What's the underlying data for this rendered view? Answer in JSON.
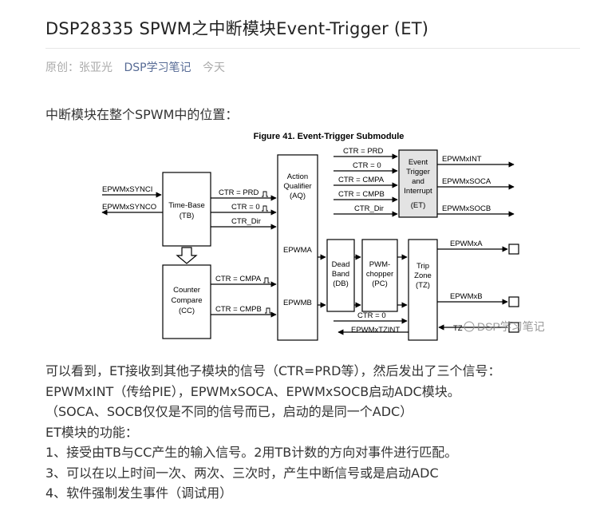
{
  "article": {
    "title": "DSP28335 SPWM之中断模块Event-Trigger (ET)",
    "meta": {
      "original": "原创：张亚光",
      "account": "DSP学习笔记",
      "date": "今天"
    },
    "intro": "中断模块在整个SPWM中的位置：",
    "lines": [
      "可以看到，ET接收到其他子模块的信号（CTR=PRD等），然后发出了三个信号：",
      "EPWMxINT（传给PIE），EPWMxSOCA、EPWMxSOCB启动ADC模块。",
      "（SOCA、SOCB仅仅是不同的信号而已，启动的是同一个ADC）",
      "ET模块的功能：",
      "1、接受由TB与CC产生的输入信号。2用TB计数的方向对事件进行匹配。",
      "3、可以在以上时间一次、两次、三次时，产生中断信号或是启动ADC",
      "4、软件强制发生事件（调试用）"
    ]
  },
  "figure": {
    "caption": "Figure 41. Event-Trigger Submodule",
    "watermark": "DSP学习笔记",
    "blocks": {
      "tb": [
        "Time-Base",
        "(TB)"
      ],
      "cc": [
        "Counter",
        "Compare",
        "(CC)"
      ],
      "aq": [
        "Action",
        "Qualifier",
        "(AQ)"
      ],
      "db": [
        "Dead",
        "Band",
        "(DB)"
      ],
      "pc": [
        "PWM-",
        "chopper",
        "(PC)"
      ],
      "tz": [
        "Trip",
        "Zone",
        "(TZ)"
      ],
      "et": [
        "Event",
        "Trigger",
        "and",
        "Interrupt",
        "(ET)"
      ]
    },
    "signals": {
      "synci": "EPWMxSYNCI",
      "synco": "EPWMxSYNCO",
      "ctr_prd": "CTR = PRD",
      "ctr_0": "CTR = 0",
      "ctr_dir": "CTR_Dir",
      "ctr_cmpa": "CTR = CMPA",
      "ctr_cmpb": "CTR = CMPB",
      "epwma": "EPWMA",
      "epwmb": "EPWMB",
      "epwmxint": "EPWMxINT",
      "epwmxsoca": "EPWMxSOCA",
      "epwmxsocb": "EPWMxSOCB",
      "epwmxa": "EPWMxA",
      "epwmxb": "EPWMxB",
      "epwmxtzint": "EPWMxTZINT",
      "tz": "TZ"
    }
  }
}
